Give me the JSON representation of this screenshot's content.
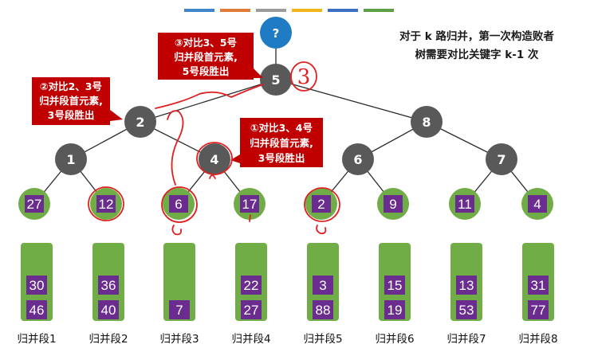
{
  "header_bar_colors": [
    "#3f86c8",
    "#e07b39",
    "#9b9b9b",
    "#f2b51b",
    "#3b6fc2",
    "#5ba046"
  ],
  "colors": {
    "node_gray": "#595959",
    "node_blue": "#1e7bc4",
    "leaf_green": "#70ad47",
    "value_purple": "#6a2c8f",
    "callout_red": "#c00000",
    "annotation_red": "#e02020",
    "edge": "#2b2b2b"
  },
  "info_text": {
    "line1": "对于 k 路归并，第一次构造败者",
    "line2": "树需要对比关键字 k-1 次"
  },
  "tree": {
    "root": {
      "label": "?"
    },
    "internal": [
      {
        "id": "n5",
        "label": "5"
      },
      {
        "id": "n2",
        "label": "2"
      },
      {
        "id": "n8",
        "label": "8"
      },
      {
        "id": "n1",
        "label": "1"
      },
      {
        "id": "n4",
        "label": "4"
      },
      {
        "id": "n6",
        "label": "6"
      },
      {
        "id": "n7",
        "label": "7"
      }
    ],
    "leaves": [
      "27",
      "12",
      "6",
      "17",
      "2",
      "9",
      "11",
      "4"
    ]
  },
  "segments": [
    {
      "label": "归并段1",
      "values": [
        "30",
        "46"
      ]
    },
    {
      "label": "归并段2",
      "values": [
        "36",
        "40"
      ]
    },
    {
      "label": "归并段3",
      "values": [
        "7"
      ]
    },
    {
      "label": "归并段4",
      "values": [
        "22",
        "27"
      ]
    },
    {
      "label": "归并段5",
      "values": [
        "3",
        "88"
      ]
    },
    {
      "label": "归并段6",
      "values": [
        "15",
        "19"
      ]
    },
    {
      "label": "归并段7",
      "values": [
        "13",
        "53"
      ]
    },
    {
      "label": "归并段8",
      "values": [
        "31",
        "77"
      ]
    }
  ],
  "callouts": {
    "c1": [
      "①对比3、4号",
      "归并段首元素,",
      "3号段胜出"
    ],
    "c2": [
      "②对比2、3号",
      "归并段首元素,",
      "3号段胜出"
    ],
    "c3": [
      "③对比3、5号",
      "归并段首元素,",
      "5号段胜出"
    ]
  },
  "handwritten": {
    "mark_beside_root_child": "3"
  }
}
